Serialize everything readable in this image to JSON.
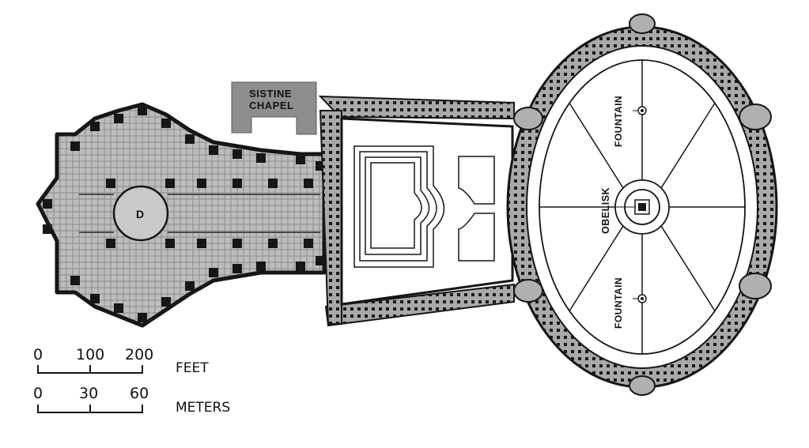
{
  "labels": {
    "sistine": [
      "SISTINE",
      "CHAPEL"
    ],
    "dome": "D",
    "obelisk": "OBELISK",
    "fountain_top": "FOUNTAIN",
    "fountain_bottom": "FOUNTAIN"
  },
  "scale_feet": {
    "ticks": [
      "0",
      "100",
      "200"
    ],
    "unit": "FEET"
  },
  "scale_meters": {
    "ticks": [
      "0",
      "30",
      "60"
    ],
    "unit": "METERS"
  },
  "colors": {
    "ink": "#161616",
    "tone": "#b5b5b5",
    "tone_light": "#cfcfcf",
    "chapel": "#8e8e8e",
    "paper": "#ffffff"
  }
}
